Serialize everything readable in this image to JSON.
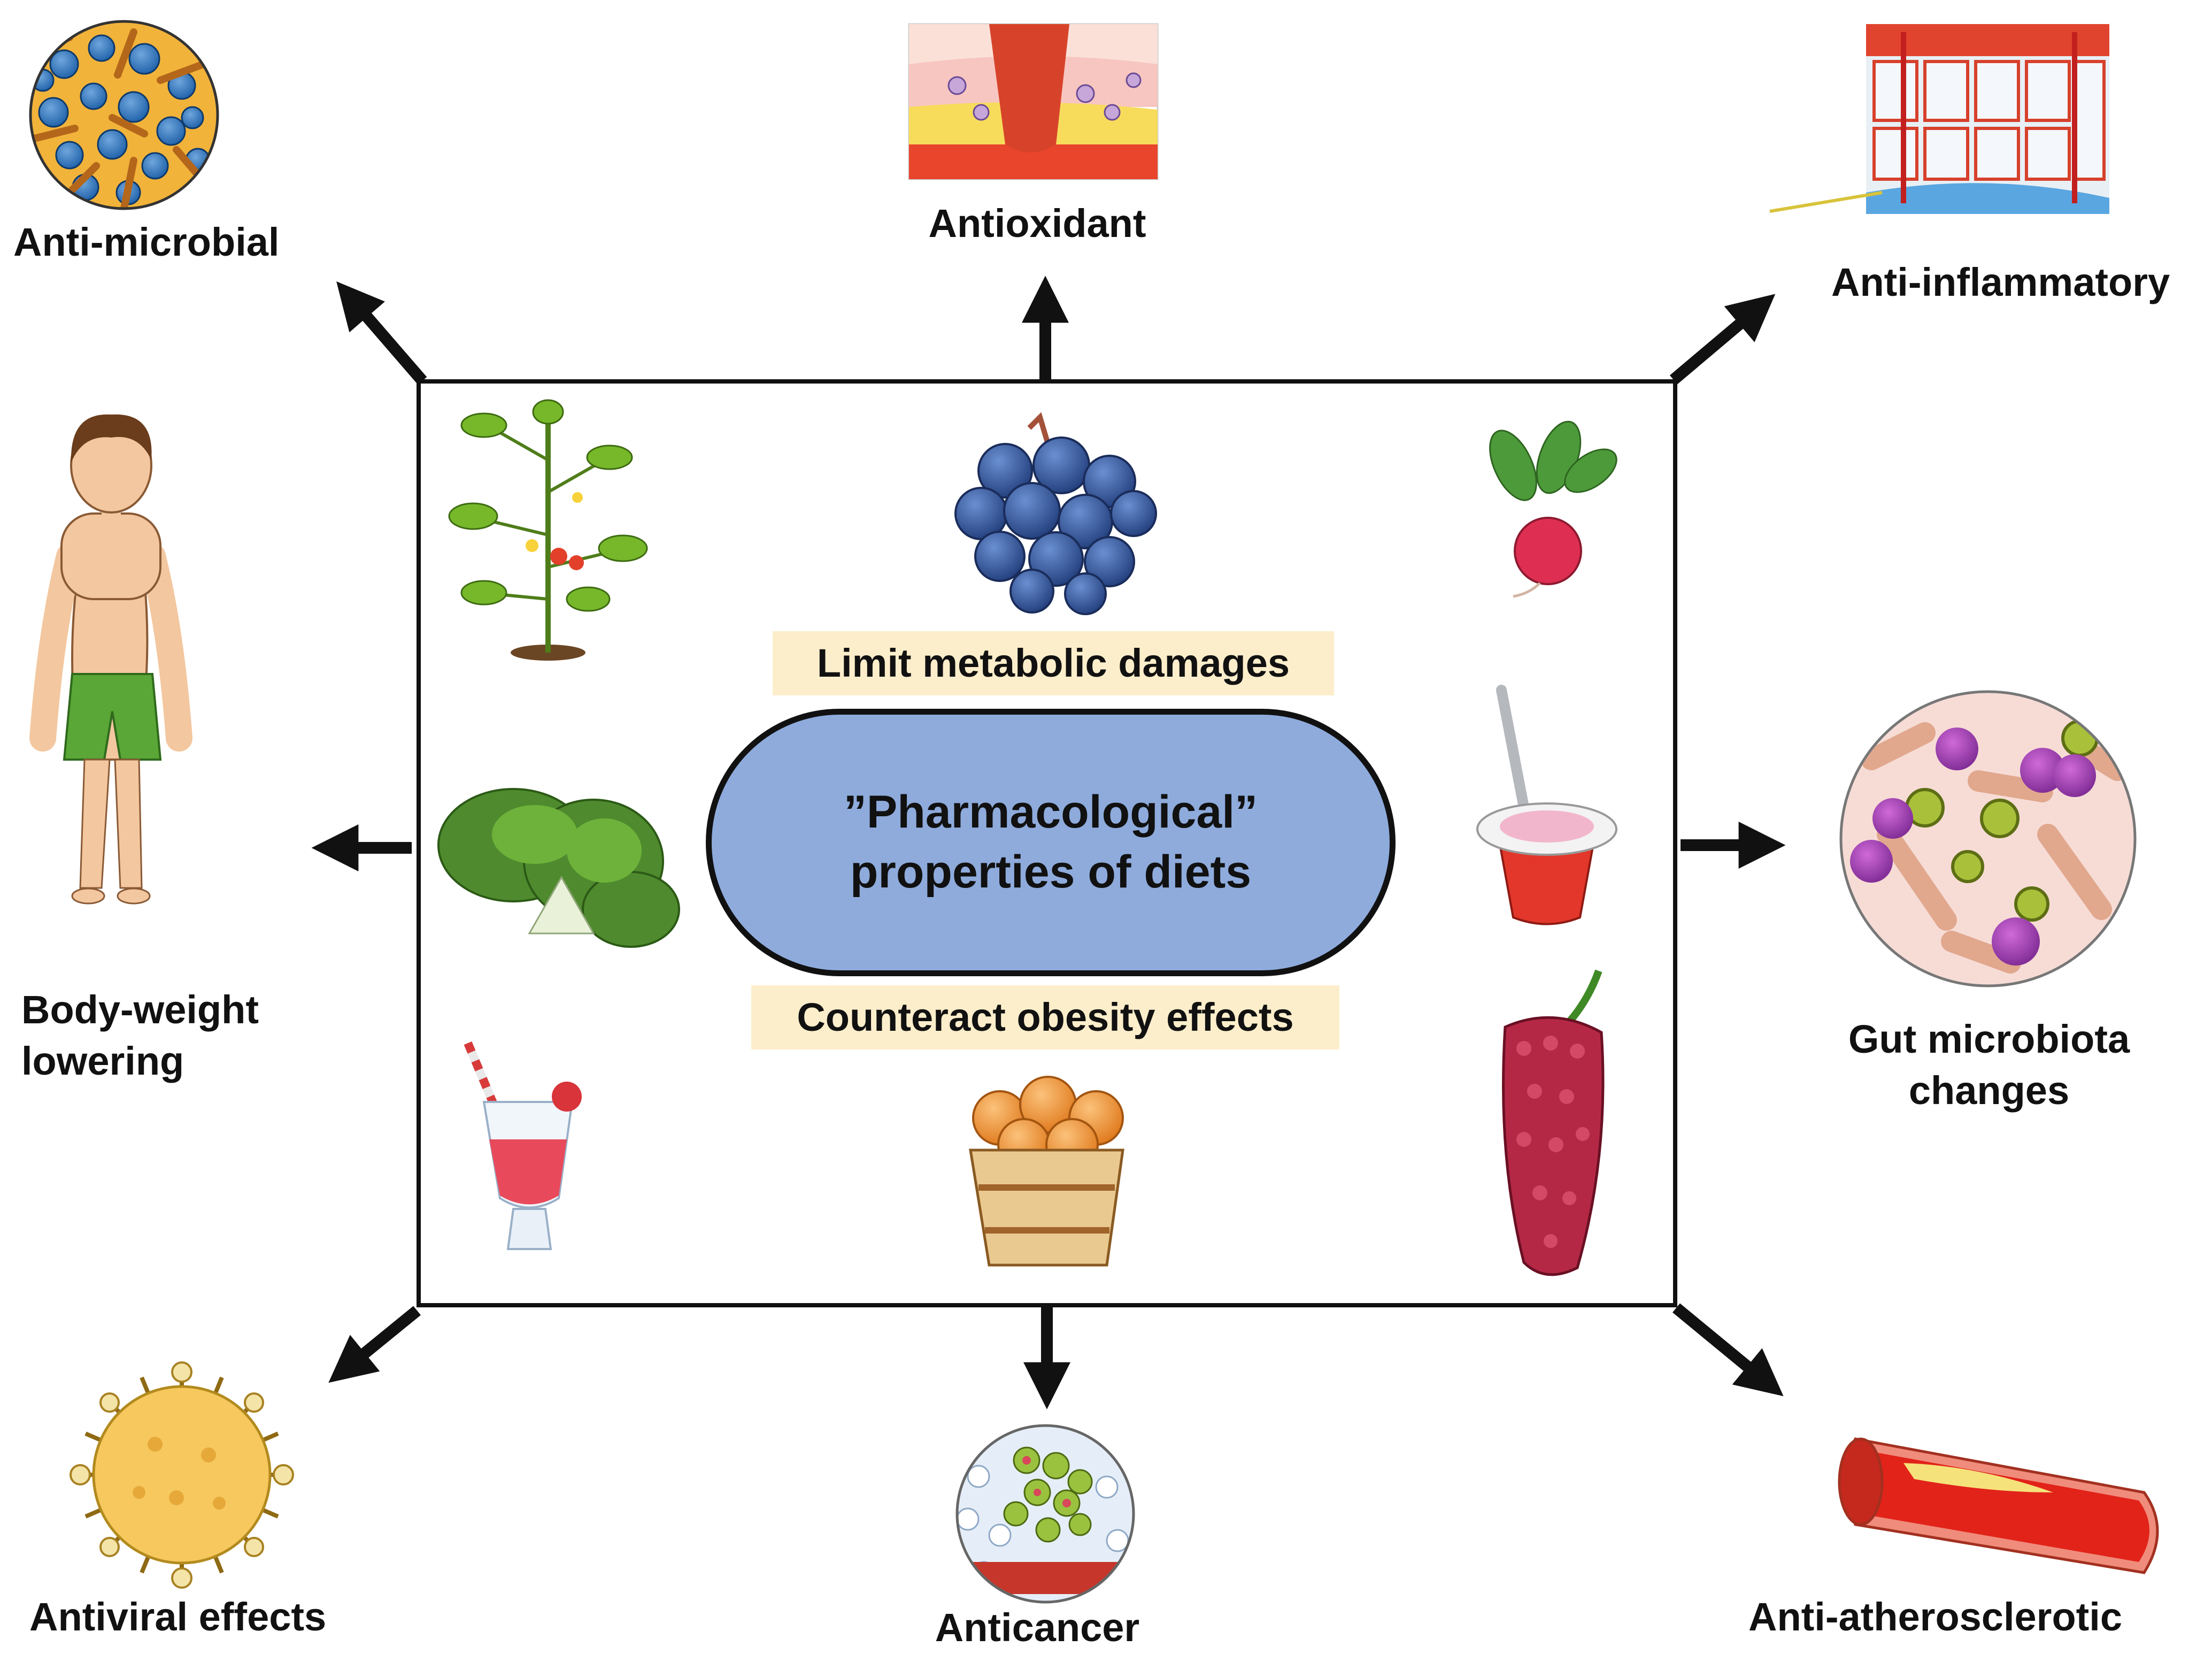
{
  "center": {
    "title_line1": "”Pharmacological”",
    "title_line2": "properties of diets",
    "banner_top": "Limit metabolic damages",
    "banner_bottom": "Counteract obesity effects"
  },
  "effects": {
    "anti_microbial": "Anti-microbial",
    "antioxidant": "Antioxidant",
    "anti_inflammatory": "Anti-inflammatory",
    "body_weight_line1": "Body-weight",
    "body_weight_line2": "lowering",
    "gut_line1": "Gut microbiota",
    "gut_line2": "changes",
    "antiviral": "Antiviral effects",
    "anticancer": "Anticancer",
    "anti_atherosclerotic": "Anti-atherosclerotic"
  },
  "colors": {
    "pill_fill": "#8eabdc",
    "banner_fill": "#fdeecb",
    "arrow": "#111111"
  },
  "icons": {
    "foods": [
      "tomato-plant-icon",
      "blueberries-icon",
      "radish-icon",
      "lettuce-icon",
      "yogurt-icon",
      "smoothie-icon",
      "apricot-basket-icon",
      "mulberry-icon"
    ],
    "effects": [
      "bacteria-icon",
      "oxidized-tissue-icon",
      "inflamed-tissue-icon",
      "child-body-icon",
      "gut-microbiota-icon",
      "virus-icon",
      "cancer-cells-icon",
      "artery-plaque-icon"
    ]
  }
}
